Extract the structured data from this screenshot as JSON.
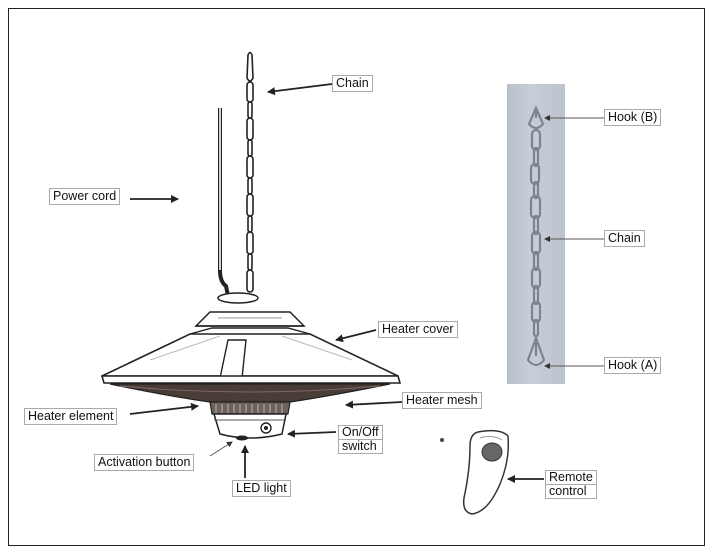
{
  "labels": {
    "chain_top": "Chain",
    "power_cord": "Power cord",
    "heater_cover": "Heater cover",
    "heater_element": "Heater element",
    "heater_mesh": "Heater mesh",
    "onoff_line1": "On/Off",
    "onoff_line2": "switch",
    "activation_button": "Activation button",
    "led_light": "LED light",
    "hook_b": "Hook (B)",
    "chain_right": "Chain",
    "hook_a": "Hook (A)",
    "remote_line1": "Remote",
    "remote_line2": "control"
  },
  "colors": {
    "frame": "#222222",
    "line": "#222222",
    "photo_bg": "#c3c9d3",
    "chain_metal": "#8d939b"
  }
}
